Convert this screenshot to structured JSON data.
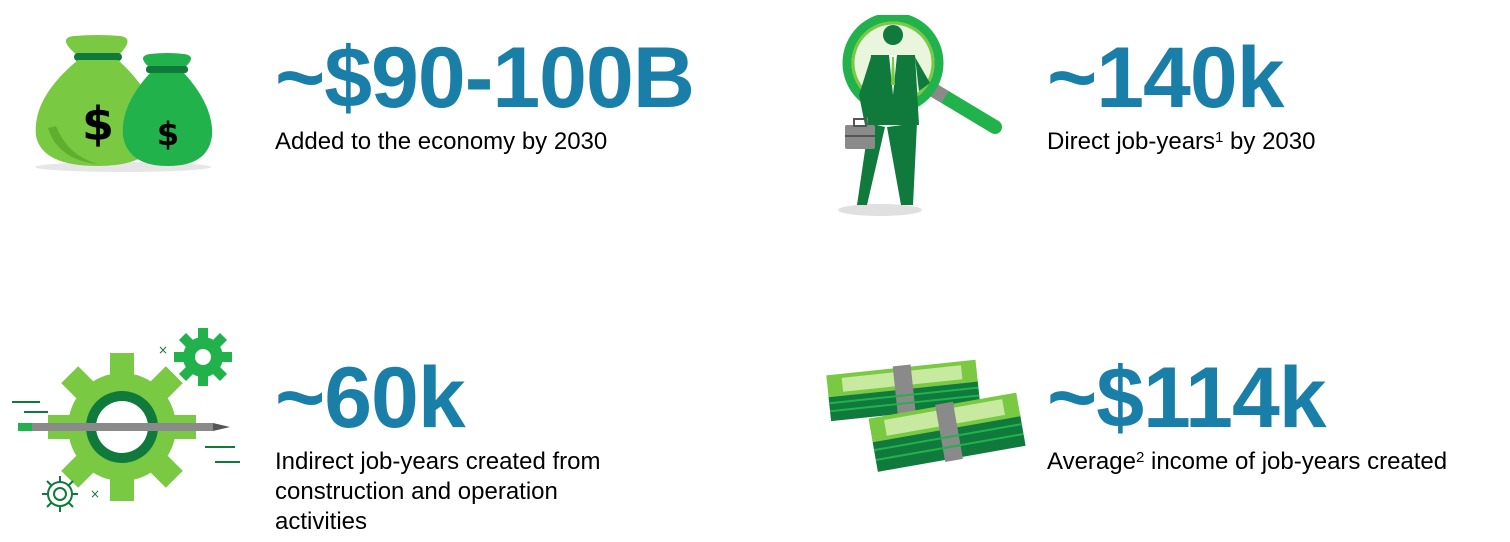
{
  "stats": [
    {
      "value": "~$90-100B",
      "description": "Added to the economy by 2030",
      "icon": "money-bags-icon"
    },
    {
      "value": "~140k",
      "description_pre": "Direct job-years",
      "sup": "1",
      "description_post": " by 2030",
      "icon": "businessman-magnifier-icon"
    },
    {
      "value": "~60k",
      "description_lines": [
        "Indirect job-years created from",
        "construction and operation",
        "activities"
      ],
      "icon": "gears-pencil-icon"
    },
    {
      "value": "~$114k",
      "description_pre": "Average",
      "sup": "2",
      "description_post": " income of job-years created",
      "icon": "cash-stacks-icon"
    }
  ],
  "colors": {
    "value_blue": "#1a7fa8",
    "green_light": "#7ac943",
    "green_mid": "#22b24c",
    "green_dark": "#0f7a3c"
  }
}
